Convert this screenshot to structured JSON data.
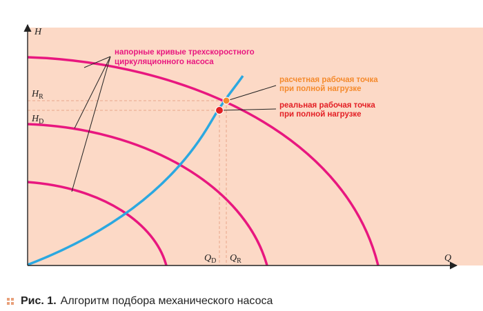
{
  "colors": {
    "background": "#fcd9c6",
    "pump_curve": "#e8177f",
    "system_curve": "#2ba8e0",
    "design_point": "#f58a2c",
    "actual_point": "#e31e24",
    "axis": "#222222",
    "dashed": "#e8a58a"
  },
  "axes": {
    "y_label": "H",
    "x_label": "Q"
  },
  "ticks": {
    "hr": {
      "main": "H",
      "sub": "R"
    },
    "hd": {
      "main": "H",
      "sub": "D"
    },
    "qd": {
      "main": "Q",
      "sub": "D"
    },
    "qr": {
      "main": "Q",
      "sub": "R"
    }
  },
  "annotations": {
    "pump_curves_line1": "напорные кривые трехскоростного",
    "pump_curves_line2": "циркуляционного насоса",
    "design_point_line1": "расчетная рабочая точка",
    "design_point_line2": "при полной нагрузке",
    "actual_point_line1": "реальная рабочая точка",
    "actual_point_line2": "при полной нагрузке"
  },
  "caption": {
    "figure": "Рис. 1.",
    "text": "Алгоритм подбора механического насоса"
  }
}
